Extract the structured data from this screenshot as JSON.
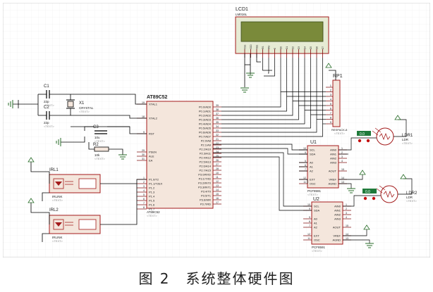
{
  "caption": "图 2　系统整体硬件图",
  "colors": {
    "wire": "#000000",
    "component_body": "#f4e6dc",
    "component_stroke": "#a31b1b",
    "pin_line": "#7a0000",
    "lcd_body": "#e6ebd4",
    "lcd_screen": "#7a8a3a",
    "ground_green": "#2a6e2a",
    "terminal_green": "#1f7a3a",
    "label_dark": "#222222",
    "label_gray": "#8a8a8a",
    "grid": "#e6e6e6"
  },
  "components": {
    "lcd1": {
      "ref": "LCD1",
      "model": "LM016L",
      "sub": "<TEXT>",
      "pins": [
        "VSS",
        "VDD",
        "VEE",
        "RS",
        "RW",
        "E",
        "D0",
        "D1",
        "D2",
        "D3",
        "D4",
        "D5",
        "D6",
        "D7"
      ]
    },
    "rp1": {
      "ref": "RP1",
      "model": "RESPACK-8",
      "sub": "<TEXT>",
      "pins": [
        "1",
        "2",
        "3",
        "4",
        "5",
        "6",
        "7",
        "8",
        "9"
      ]
    },
    "u1_mcu": {
      "ref": "AT89C52",
      "model": "AT89C52",
      "sub": "<TEXT>",
      "left_pins": [
        {
          "name": "XTAL1",
          "num": "19"
        },
        {
          "name": "XTAL2",
          "num": "18"
        },
        {
          "name": "RST",
          "num": "9"
        },
        {
          "name": "PSEN",
          "num": "29"
        },
        {
          "name": "ALE",
          "num": "30"
        },
        {
          "name": "EA",
          "num": "31"
        },
        {
          "name": "P1.0/T2",
          "num": "1"
        },
        {
          "name": "P1.1/T2EX",
          "num": "2"
        },
        {
          "name": "P1.2",
          "num": "3"
        },
        {
          "name": "P1.3",
          "num": "4"
        },
        {
          "name": "P1.4",
          "num": "5"
        },
        {
          "name": "P1.5",
          "num": "6"
        },
        {
          "name": "P1.6",
          "num": "7"
        },
        {
          "name": "P1.7",
          "num": "8"
        }
      ],
      "right_pins": [
        {
          "name": "P0.0/AD0",
          "num": "39"
        },
        {
          "name": "P0.1/AD1",
          "num": "38"
        },
        {
          "name": "P0.2/AD2",
          "num": "37"
        },
        {
          "name": "P0.3/AD3",
          "num": "36"
        },
        {
          "name": "P0.4/AD4",
          "num": "35"
        },
        {
          "name": "P0.5/AD5",
          "num": "34"
        },
        {
          "name": "P0.6/AD6",
          "num": "33"
        },
        {
          "name": "P0.7/AD7",
          "num": "32"
        },
        {
          "name": "P2.0/A8",
          "num": "21"
        },
        {
          "name": "P2.1/A9",
          "num": "22"
        },
        {
          "name": "P2.2/A10",
          "num": "23"
        },
        {
          "name": "P2.3/A11",
          "num": "24"
        },
        {
          "name": "P2.4/A12",
          "num": "25"
        },
        {
          "name": "P2.5/A13",
          "num": "26"
        },
        {
          "name": "P2.6/A14",
          "num": "27"
        },
        {
          "name": "P2.7/A15",
          "num": "28"
        },
        {
          "name": "P3.0/RXD",
          "num": "10"
        },
        {
          "name": "P3.1/TXD",
          "num": "11"
        },
        {
          "name": "P3.2/INT0",
          "num": "12"
        },
        {
          "name": "P3.3/INT1",
          "num": "13"
        },
        {
          "name": "P3.4/T0",
          "num": "14"
        },
        {
          "name": "P3.5/T1",
          "num": "15"
        },
        {
          "name": "P3.6/WR",
          "num": "16"
        },
        {
          "name": "P3.7/RD",
          "num": "17"
        }
      ]
    },
    "pcf1": {
      "ref": "U1",
      "model": "PCF8591",
      "sub": "<TEXT>",
      "left_pins": [
        {
          "name": "SCL",
          "num": "10"
        },
        {
          "name": "SDA",
          "num": "9"
        },
        {
          "name": "A0",
          "num": "5"
        },
        {
          "name": "A1",
          "num": "6"
        },
        {
          "name": "A2",
          "num": "7"
        },
        {
          "name": "EXT",
          "num": "12"
        },
        {
          "name": "OSC",
          "num": "11"
        }
      ],
      "right_pins": [
        {
          "name": "AIN0",
          "num": "1"
        },
        {
          "name": "AIN1",
          "num": "2"
        },
        {
          "name": "AIN2",
          "num": "3"
        },
        {
          "name": "AIN3",
          "num": "4"
        },
        {
          "name": "AOUT",
          "num": "15"
        },
        {
          "name": "VREF",
          "num": "14"
        },
        {
          "name": "AGND",
          "num": "13"
        }
      ]
    },
    "pcf2": {
      "ref": "U2",
      "model": "PCF8591",
      "sub": "<TEXT>",
      "left_pins": [
        {
          "name": "SCL",
          "num": "10"
        },
        {
          "name": "SDA",
          "num": "9"
        },
        {
          "name": "A0",
          "num": "5"
        },
        {
          "name": "A1",
          "num": "6"
        },
        {
          "name": "A2",
          "num": "7"
        },
        {
          "name": "EXT",
          "num": "12"
        },
        {
          "name": "OSC",
          "num": "11"
        }
      ],
      "right_pins": [
        {
          "name": "AIN0",
          "num": "1"
        },
        {
          "name": "AIN1",
          "num": "2"
        },
        {
          "name": "AIN2",
          "num": "3"
        },
        {
          "name": "AIN3",
          "num": "4"
        },
        {
          "name": "AOUT",
          "num": "15"
        },
        {
          "name": "VREF",
          "num": "14"
        },
        {
          "name": "AGND",
          "num": "13"
        }
      ]
    },
    "c1": {
      "ref": "C1",
      "value": "22p",
      "sub": "<TEXT>"
    },
    "c2": {
      "ref": "C2",
      "value": "22p",
      "sub": "<TEXT>"
    },
    "c3": {
      "ref": "C3",
      "value": "10u",
      "sub": "<TEXT>"
    },
    "r2": {
      "ref": "R2",
      "value": "10k",
      "sub": "<TEXT>"
    },
    "x1": {
      "ref": "X1",
      "value": "CRYSTAL",
      "sub": "<TEXT>"
    },
    "irl1": {
      "ref": "IRL1",
      "value": "IRLINK",
      "sub": "<TEXT>"
    },
    "irl2": {
      "ref": "IRL2",
      "value": "IRLINK",
      "sub": "<TEXT>"
    },
    "ldr1": {
      "ref": "LDR1",
      "value": "LDR",
      "sub": "<TEXT>",
      "level": "0.0"
    },
    "ldr2": {
      "ref": "LDR2",
      "value": "LDR",
      "sub": "<TEXT>",
      "level": "0.0"
    }
  }
}
